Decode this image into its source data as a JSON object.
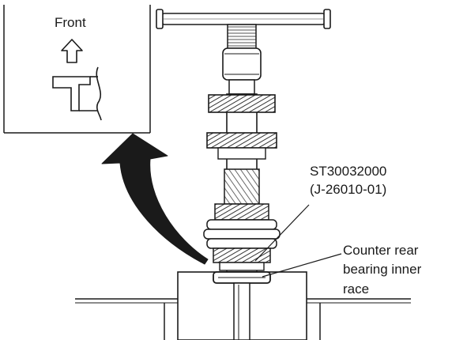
{
  "inset": {
    "front_label": "Front",
    "arrow_icon": "up-outline-arrow-icon"
  },
  "callouts": {
    "tool_number": "ST30032000",
    "tool_alt_number": "(J-26010-01)",
    "race_label_line1": "Counter rear",
    "race_label_line2": "bearing inner",
    "race_label_line3": "race"
  },
  "colors": {
    "ink": "#1a1a1a",
    "background": "#ffffff",
    "hatch": "#555555"
  }
}
